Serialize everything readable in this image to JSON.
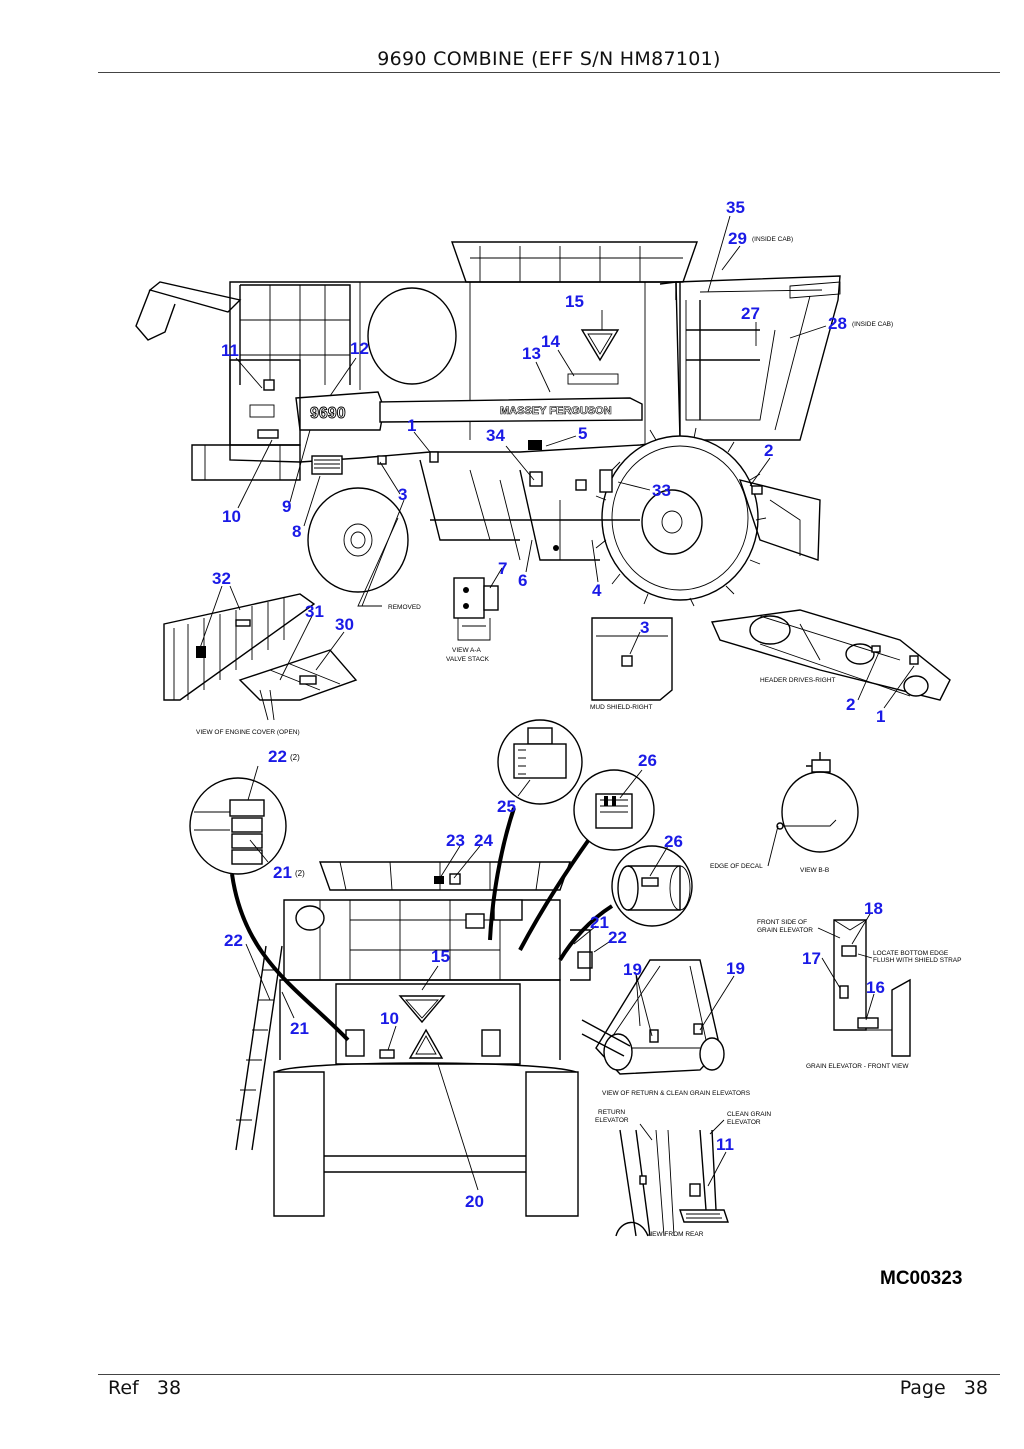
{
  "header": {
    "title": "9690 COMBINE (EFF S/N HM87101)"
  },
  "footer": {
    "ref_label": "Ref",
    "ref_number": "38",
    "page_label": "Page",
    "page_number": "38"
  },
  "figure": {
    "code": "MC00323",
    "side_panel_text": {
      "model": "9690",
      "brand": "MASSEY FERGUSON"
    },
    "captions": {
      "removed": "REMOVED",
      "view_aa_1": "VIEW A-A",
      "view_aa_2": "VALVE STACK",
      "mud_shield": "MUD SHIELD-RIGHT",
      "header_drives": "HEADER DRIVES-RIGHT",
      "engine_cover": "VIEW OF ENGINE COVER (OPEN)",
      "edge_of_decal": "EDGE OF DECAL",
      "view_bb": "VIEW B-B",
      "front_side_1": "FRONT SIDE OF",
      "front_side_2": "GRAIN ELEVATOR",
      "locate_1": "LOCATE BOTTOM EDGE",
      "locate_2": "FLUSH WITH SHIELD STRAP",
      "grain_elev_front": "GRAIN ELEVATOR - FRONT VIEW",
      "view_return": "VIEW OF RETURN & CLEAN GRAIN ELEVATORS",
      "return_1": "RETURN",
      "return_2": "ELEVATOR",
      "clean_1": "CLEAN GRAIN",
      "clean_2": "ELEVATOR",
      "view_rear": "VIEW FROM REAR",
      "inside_cab": "(INSIDE CAB)",
      "qty_2": "(2)"
    },
    "callouts": [
      {
        "id": "c35",
        "label": "35"
      },
      {
        "id": "c29",
        "label": "29"
      },
      {
        "id": "c27",
        "label": "27"
      },
      {
        "id": "c28",
        "label": "28"
      },
      {
        "id": "c15a",
        "label": "15"
      },
      {
        "id": "c14",
        "label": "14"
      },
      {
        "id": "c13",
        "label": "13"
      },
      {
        "id": "c11a",
        "label": "11"
      },
      {
        "id": "c12",
        "label": "12"
      },
      {
        "id": "c1a",
        "label": "1"
      },
      {
        "id": "c34",
        "label": "34"
      },
      {
        "id": "c5",
        "label": "5"
      },
      {
        "id": "c2a",
        "label": "2"
      },
      {
        "id": "c33",
        "label": "33"
      },
      {
        "id": "c9",
        "label": "9"
      },
      {
        "id": "c10a",
        "label": "10"
      },
      {
        "id": "c8",
        "label": "8"
      },
      {
        "id": "c3a",
        "label": "3"
      },
      {
        "id": "c7",
        "label": "7"
      },
      {
        "id": "c6",
        "label": "6"
      },
      {
        "id": "c4",
        "label": "4"
      },
      {
        "id": "c3b",
        "label": "3"
      },
      {
        "id": "c2b",
        "label": "2"
      },
      {
        "id": "c1b",
        "label": "1"
      },
      {
        "id": "c32",
        "label": "32"
      },
      {
        "id": "c31",
        "label": "31"
      },
      {
        "id": "c30",
        "label": "30"
      },
      {
        "id": "c22a",
        "label": "22"
      },
      {
        "id": "c21a",
        "label": "21"
      },
      {
        "id": "c25",
        "label": "25"
      },
      {
        "id": "c26a",
        "label": "26"
      },
      {
        "id": "c23",
        "label": "23"
      },
      {
        "id": "c24",
        "label": "24"
      },
      {
        "id": "c26b",
        "label": "26"
      },
      {
        "id": "c21b",
        "label": "21"
      },
      {
        "id": "c22b",
        "label": "22"
      },
      {
        "id": "c15b",
        "label": "15"
      },
      {
        "id": "c22c",
        "label": "22"
      },
      {
        "id": "c21c",
        "label": "21"
      },
      {
        "id": "c10b",
        "label": "10"
      },
      {
        "id": "c20",
        "label": "20"
      },
      {
        "id": "c19a",
        "label": "19"
      },
      {
        "id": "c19b",
        "label": "19"
      },
      {
        "id": "c18",
        "label": "18"
      },
      {
        "id": "c17",
        "label": "17"
      },
      {
        "id": "c16",
        "label": "16"
      },
      {
        "id": "c11b",
        "label": "11"
      }
    ]
  }
}
